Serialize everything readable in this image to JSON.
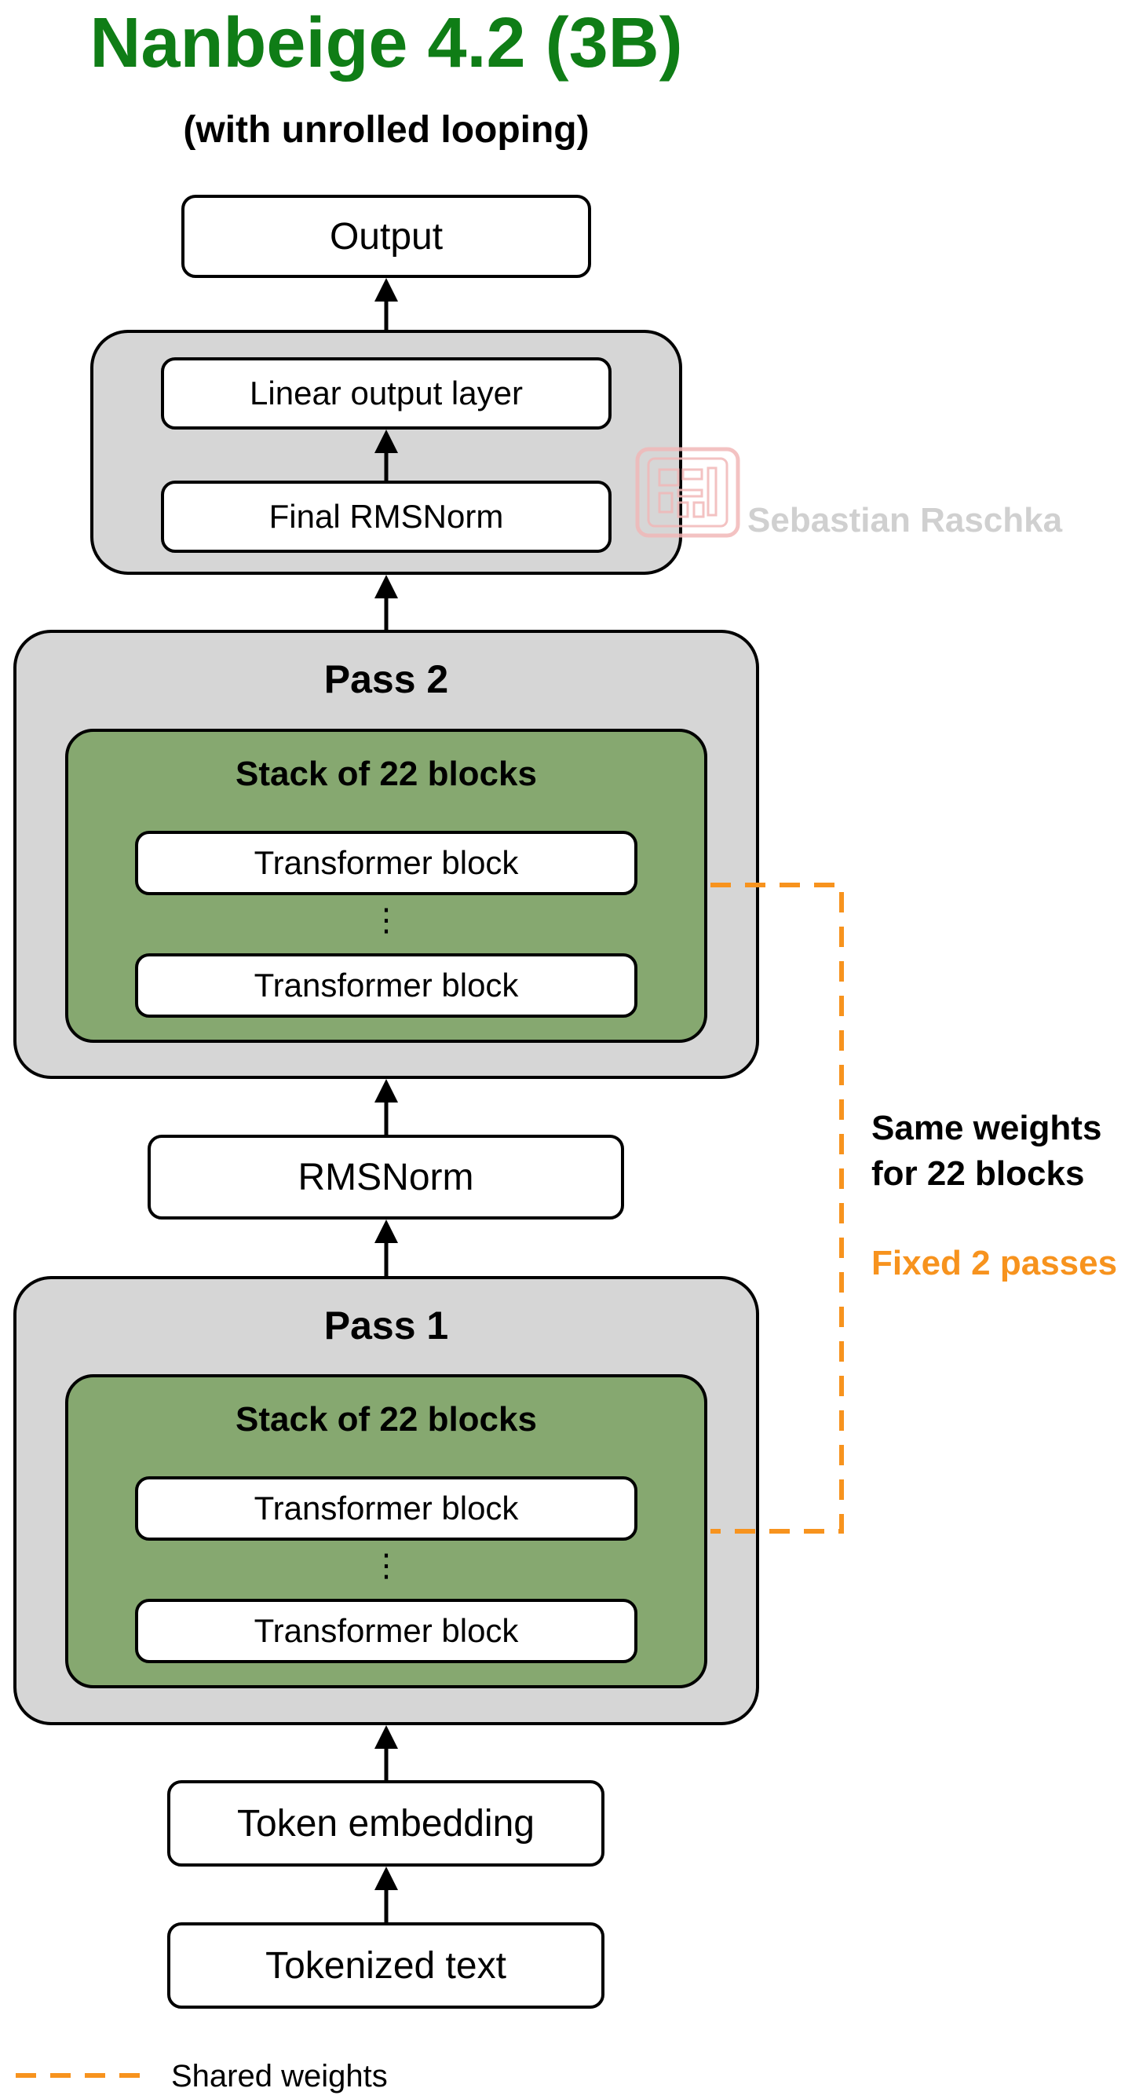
{
  "title": "Nanbeige 4.2 (3B)",
  "subtitle": "(with unrolled looping)",
  "output_label": "Output",
  "output_head": {
    "linear_label": "Linear output layer",
    "final_norm_label": "Final RMSNorm"
  },
  "pass2": {
    "label": "Pass 2",
    "stack_label": "Stack of 22 blocks",
    "block_top_label": "Transformer block",
    "ellipsis": "⋮",
    "block_bottom_label": "Transformer block"
  },
  "middle_norm_label": "RMSNorm",
  "pass1": {
    "label": "Pass 1",
    "stack_label": "Stack of 22 blocks",
    "block_top_label": "Transformer block",
    "ellipsis": "⋮",
    "block_bottom_label": "Transformer block"
  },
  "token_embedding_label": "Token embedding",
  "tokenized_text_label": "Tokenized text",
  "note": {
    "line1": "Same weights",
    "line2": "for 22 blocks",
    "line3": "Fixed 2 passes"
  },
  "legend": {
    "shared_label": "Shared weights"
  },
  "watermark": {
    "author": "Sebastian Raschka"
  },
  "colors": {
    "title_green": "#0f7d16",
    "outer_gray": "#d6d6d6",
    "stack_green": "#86a870",
    "accent_orange": "#f7931e",
    "watermark_gray": "#d0d0d0",
    "watermark_red": "#f1b8b8"
  }
}
